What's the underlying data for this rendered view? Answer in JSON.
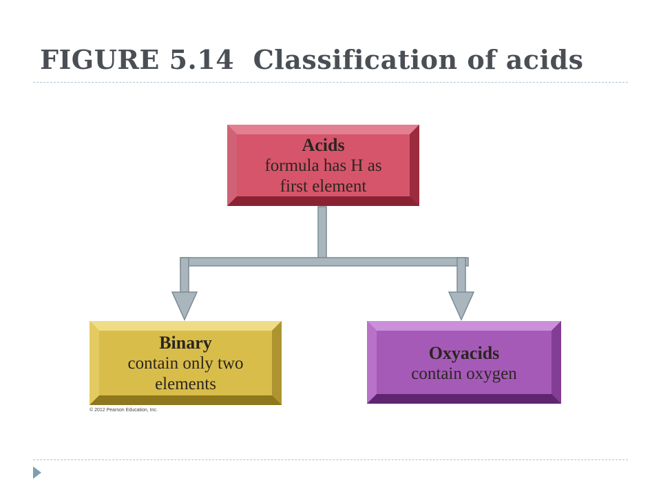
{
  "title": "FIGURE 5.14  Classification of acids",
  "diagram": {
    "root": {
      "title": "Acids",
      "lines": [
        "formula has H as",
        "first element"
      ],
      "color": "#d6556b"
    },
    "children": [
      {
        "title": "Binary",
        "lines": [
          "contain only two",
          "elements"
        ],
        "color": "#d9bd4a"
      },
      {
        "title": "Oxyacids",
        "lines": [
          "contain oxygen"
        ],
        "color": "#a55ab8"
      }
    ],
    "connector_color": "#a9b6bd"
  },
  "copyright": "© 2012 Pearson Education, Inc."
}
